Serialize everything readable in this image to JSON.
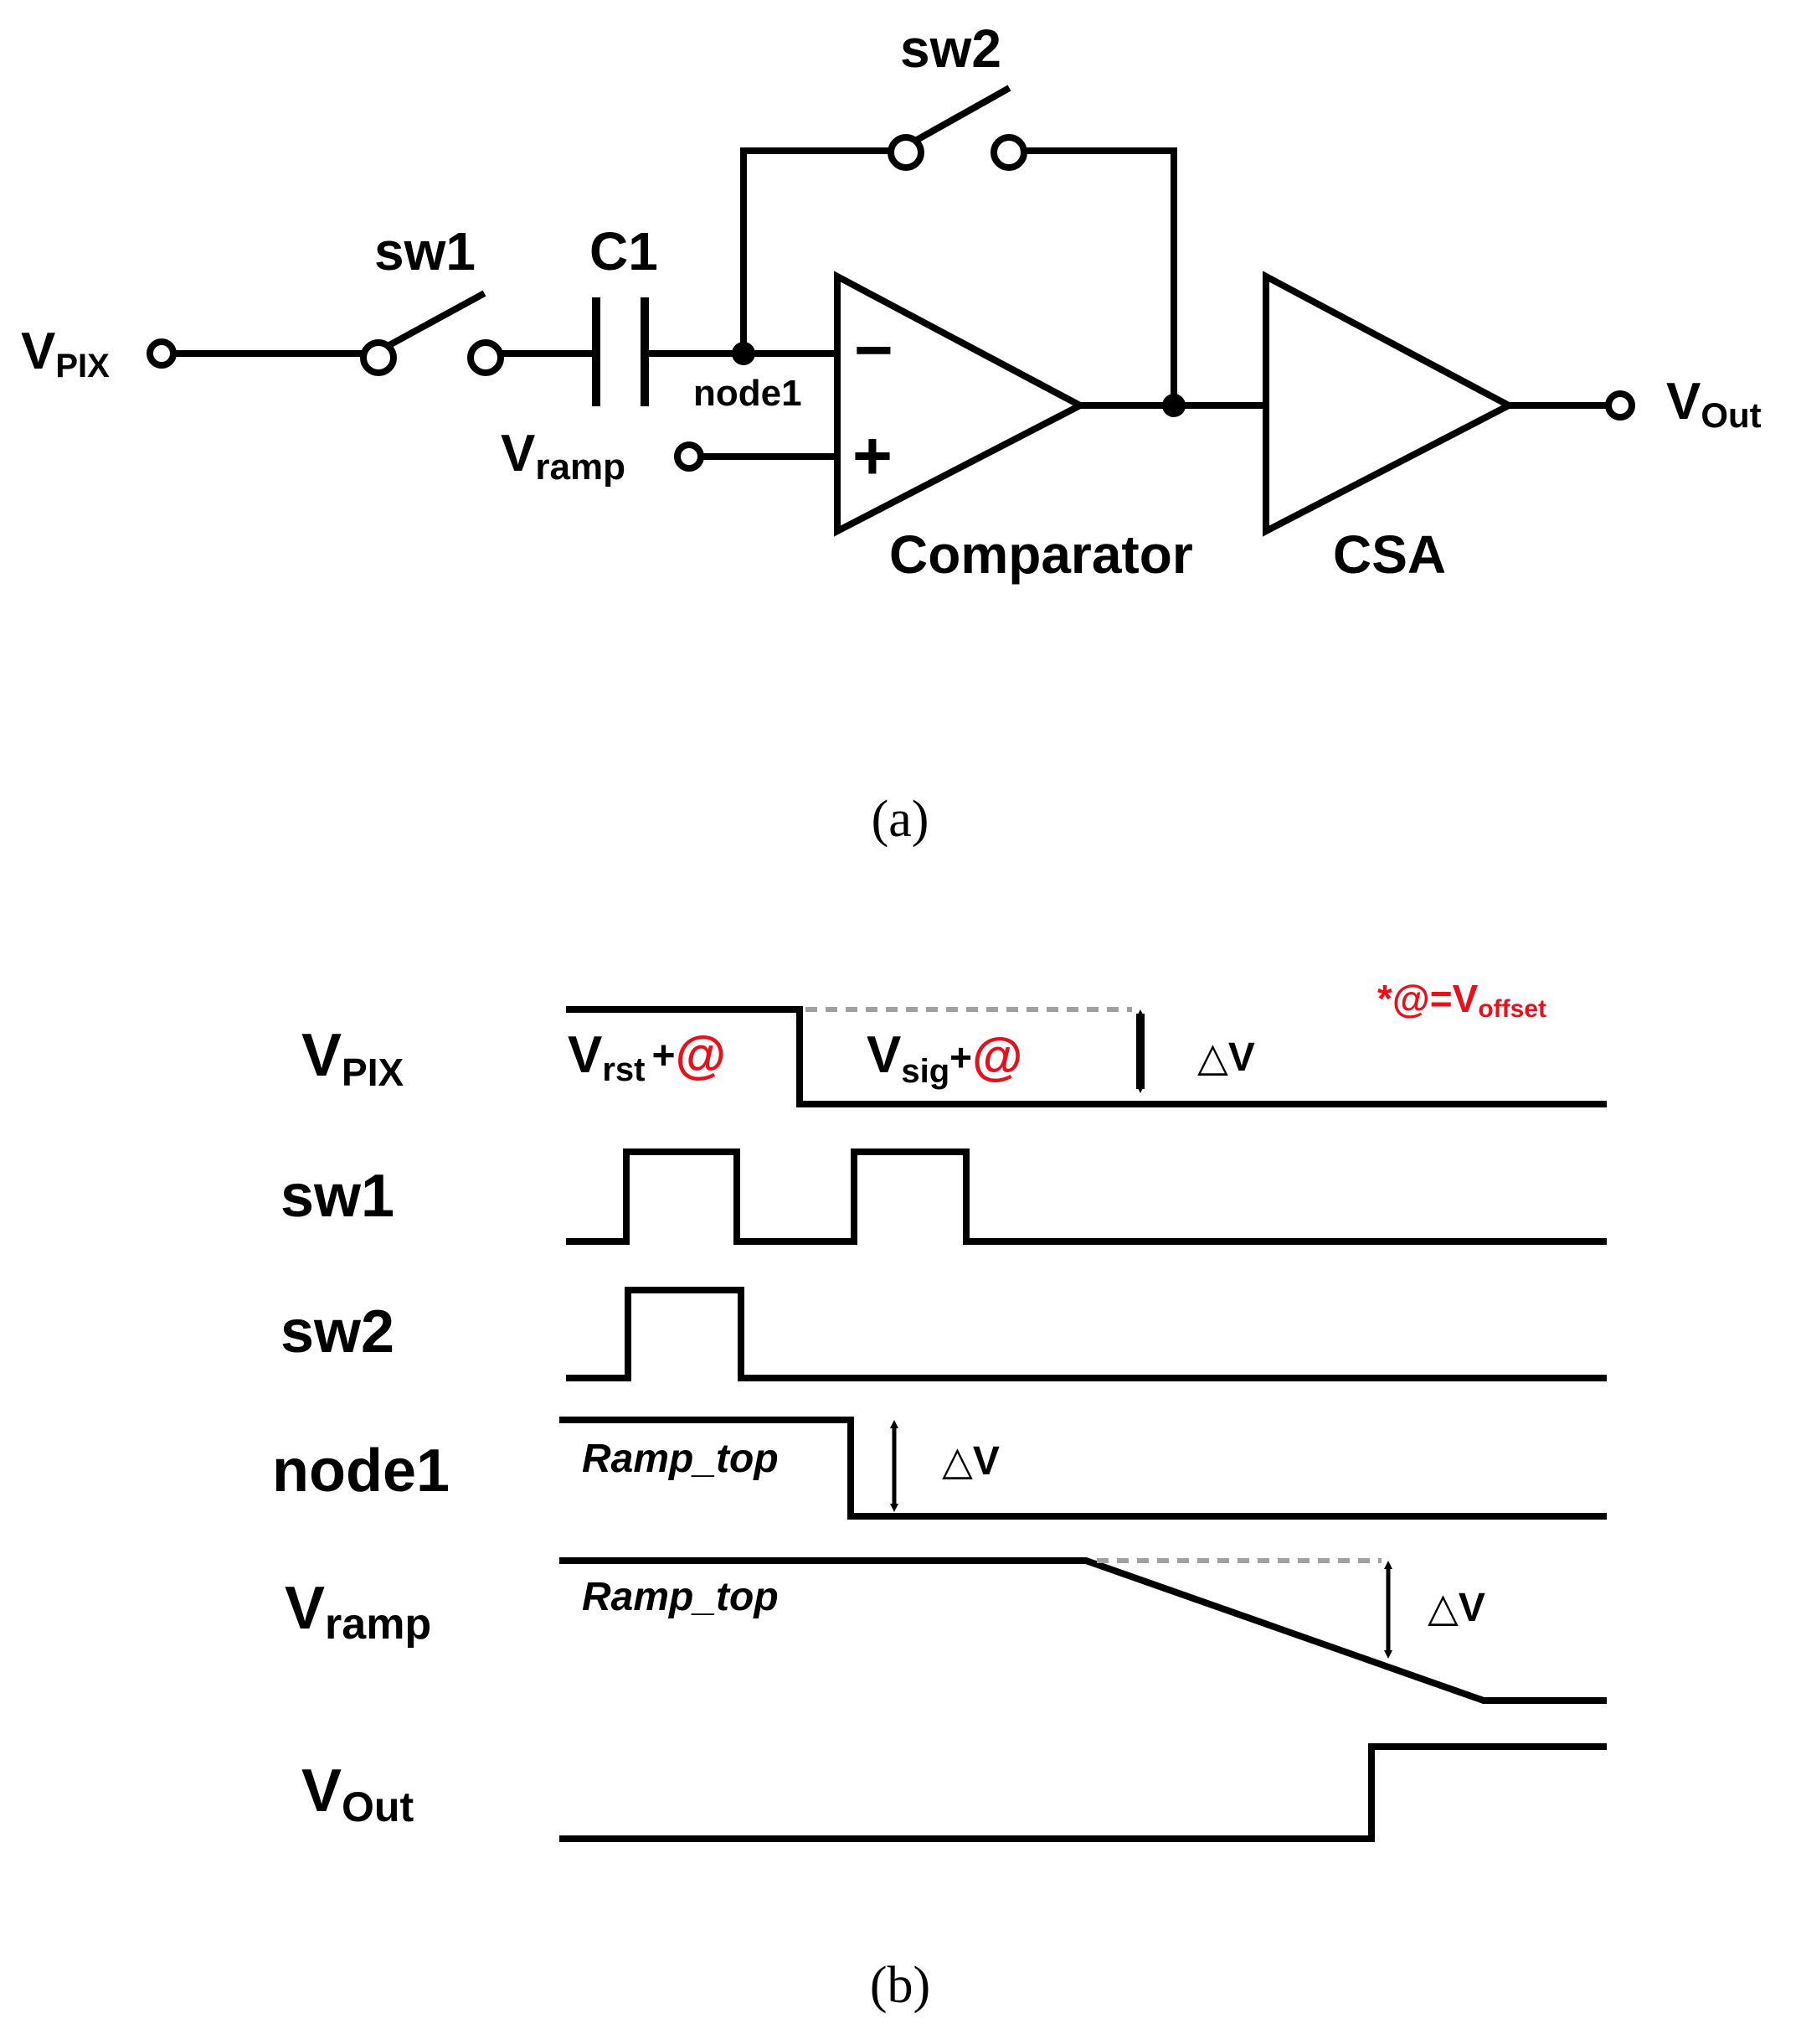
{
  "circuit": {
    "vpix": {
      "main": "V",
      "sub": "PIX"
    },
    "sw1": "sw1",
    "c1": "C1",
    "sw2": "sw2",
    "node1": "node1",
    "vramp": {
      "main": "V",
      "sub": "ramp"
    },
    "minus": "−",
    "plus": "+",
    "comparator": "Comparator",
    "csa": "CSA",
    "vout": {
      "main": "V",
      "sub": "Out"
    }
  },
  "caption_a": "(a)",
  "timing": {
    "note": {
      "prefix": "*@=V",
      "sub": "offset"
    },
    "rows": {
      "vpix": {
        "main": "V",
        "sub": "PIX"
      },
      "sw1": "sw1",
      "sw2": "sw2",
      "node1": "node1",
      "vramp": {
        "main": "V",
        "sub": "ramp"
      },
      "vout": {
        "main": "V",
        "sub": "Out"
      }
    },
    "vrst": {
      "main": "V",
      "sub": "rst",
      "plus": "+",
      "at": "@"
    },
    "vsig": {
      "main": "V",
      "sub": "sig",
      "plus": "+",
      "at": "@"
    },
    "delta_v": "△V",
    "ramp_top": "Ramp_top"
  },
  "caption_b": "(b)"
}
